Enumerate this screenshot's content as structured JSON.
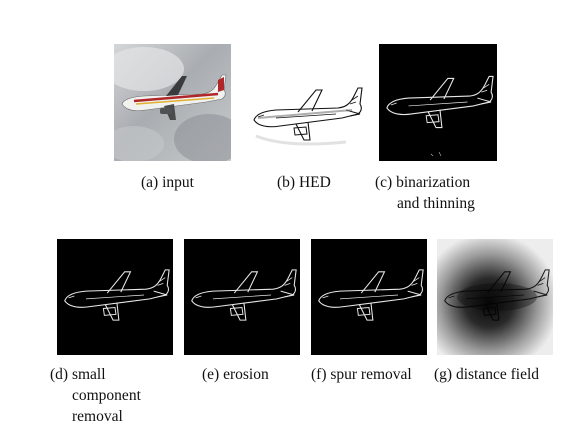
{
  "figure": {
    "panels": [
      {
        "label": "(a) input",
        "lines": [
          "(a) input"
        ]
      },
      {
        "label": "(b) HED",
        "lines": [
          "(b) HED"
        ]
      },
      {
        "label": "(c) binarization and thinning",
        "lines": [
          "(c) binarization",
          "and thinning"
        ]
      },
      {
        "label": "(d) small component removal",
        "lines": [
          "(d) small",
          "component",
          "removal"
        ]
      },
      {
        "label": "(e) erosion",
        "lines": [
          "(e) erosion"
        ]
      },
      {
        "label": "(f) spur removal",
        "lines": [
          "(f) spur removal"
        ]
      },
      {
        "label": "(g) distance field",
        "lines": [
          "(g) distance field"
        ]
      }
    ]
  },
  "colors": {
    "background": "#ffffff",
    "text": "#111111",
    "panel_dark": "#000000",
    "edge_line": "#e8e8e8",
    "sky": "#b8bcc0",
    "livery_red": "#b0272a",
    "livery_yellow": "#e0b030"
  }
}
